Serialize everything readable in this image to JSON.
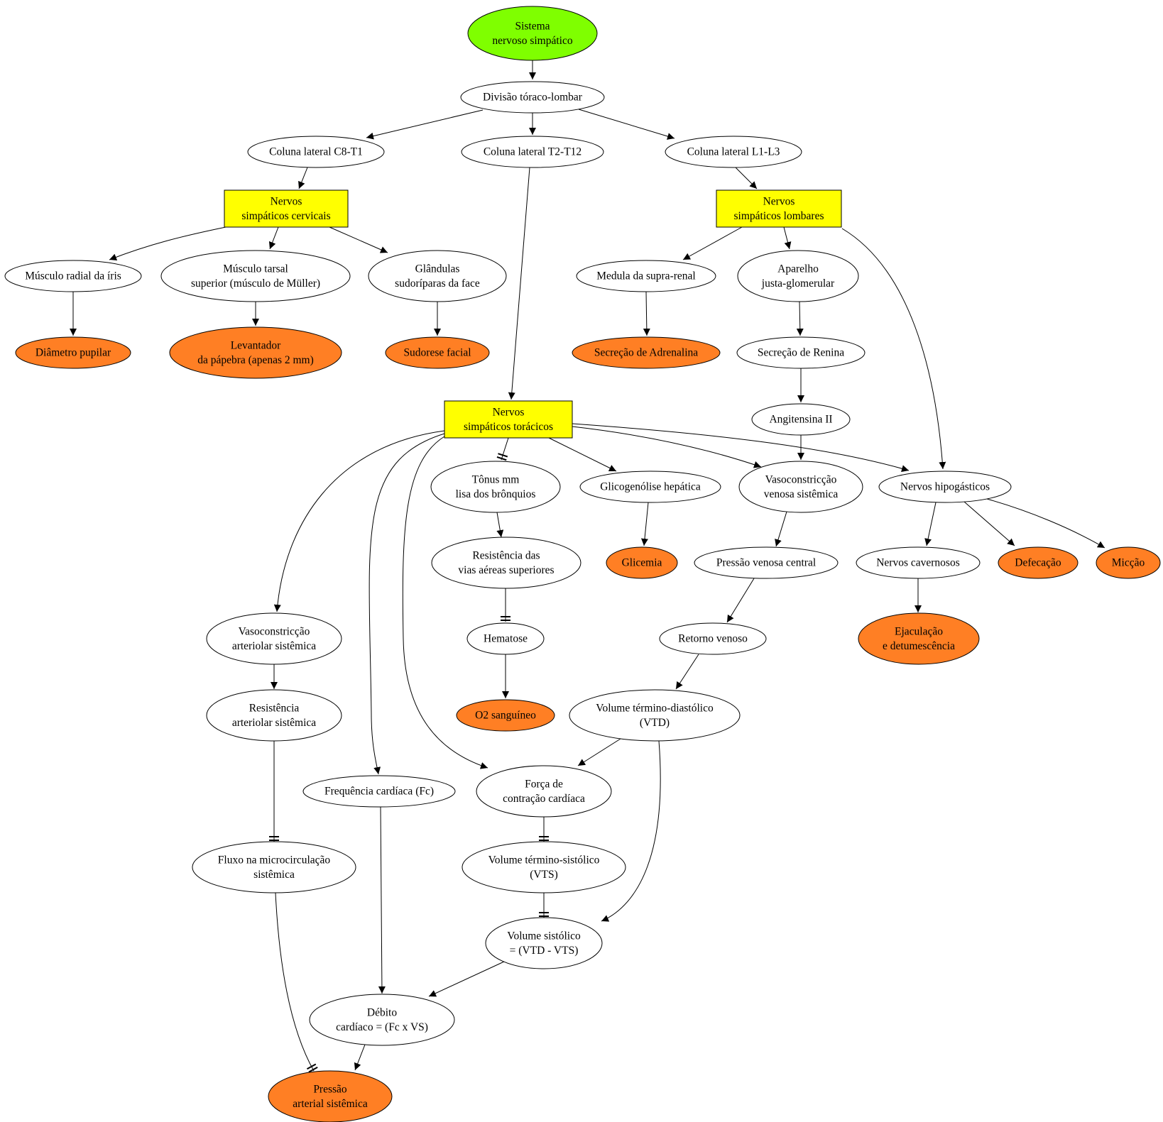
{
  "colors": {
    "root": "#7fff00",
    "nerve_box": "#ffff00",
    "outcome": "#ff7f24",
    "default": "#ffffff",
    "stroke": "#000000"
  },
  "nodes": [
    {
      "id": "sns",
      "lines": [
        "Sistema",
        "nervoso simpático"
      ],
      "kind": "root"
    },
    {
      "id": "toraco",
      "lines": [
        "Divisão tóraco-lombar"
      ],
      "kind": "default"
    },
    {
      "id": "c8t1",
      "lines": [
        "Coluna lateral C8-T1"
      ],
      "kind": "default"
    },
    {
      "id": "t2t12",
      "lines": [
        "Coluna lateral T2-T12"
      ],
      "kind": "default"
    },
    {
      "id": "l1l3",
      "lines": [
        "Coluna lateral L1-L3"
      ],
      "kind": "default"
    },
    {
      "id": "cervicais",
      "lines": [
        "Nervos",
        "simpáticos cervicais"
      ],
      "kind": "nerve_box"
    },
    {
      "id": "lombares",
      "lines": [
        "Nervos",
        "simpáticos lombares"
      ],
      "kind": "nerve_box"
    },
    {
      "id": "iris",
      "lines": [
        "Músculo radial da íris"
      ],
      "kind": "default"
    },
    {
      "id": "tarsal",
      "lines": [
        "Músculo tarsal",
        "superior (músculo de Müller)"
      ],
      "kind": "default"
    },
    {
      "id": "glandulas",
      "lines": [
        "Glândulas",
        "sudoríparas da face"
      ],
      "kind": "default"
    },
    {
      "id": "medula",
      "lines": [
        "Medula da supra-renal"
      ],
      "kind": "default"
    },
    {
      "id": "aparelho",
      "lines": [
        "Aparelho",
        "justa-glomerular"
      ],
      "kind": "default"
    },
    {
      "id": "pupilar",
      "lines": [
        "Diâmetro pupilar"
      ],
      "kind": "outcome"
    },
    {
      "id": "levantador",
      "lines": [
        "Levantador",
        "da pápebra (apenas 2 mm)"
      ],
      "kind": "outcome"
    },
    {
      "id": "sudorese",
      "lines": [
        "Sudorese facial"
      ],
      "kind": "outcome"
    },
    {
      "id": "adrenalina",
      "lines": [
        "Secreção de Adrenalina"
      ],
      "kind": "outcome"
    },
    {
      "id": "renina",
      "lines": [
        "Secreção de Renina"
      ],
      "kind": "default"
    },
    {
      "id": "toracicos",
      "lines": [
        "Nervos",
        "simpáticos torácicos"
      ],
      "kind": "nerve_box"
    },
    {
      "id": "angiotensina",
      "lines": [
        "Angitensina II"
      ],
      "kind": "default"
    },
    {
      "id": "tonus",
      "lines": [
        "Tônus mm",
        "lisa dos brônquios"
      ],
      "kind": "default"
    },
    {
      "id": "glicogenolise",
      "lines": [
        "Glicogenólise hepática"
      ],
      "kind": "default"
    },
    {
      "id": "vasovenosa",
      "lines": [
        "Vasoconstricção",
        "venosa sistêmica"
      ],
      "kind": "default"
    },
    {
      "id": "hipogastricos",
      "lines": [
        "Nervos hipogásticos"
      ],
      "kind": "default"
    },
    {
      "id": "resvias",
      "lines": [
        "Resistência das",
        "vias aéreas superiores"
      ],
      "kind": "default"
    },
    {
      "id": "glicemia",
      "lines": [
        "Glicemia"
      ],
      "kind": "outcome"
    },
    {
      "id": "pvc",
      "lines": [
        "Pressão venosa central"
      ],
      "kind": "default"
    },
    {
      "id": "cavernosos",
      "lines": [
        "Nervos cavernosos"
      ],
      "kind": "default"
    },
    {
      "id": "defecacao",
      "lines": [
        "Defecação"
      ],
      "kind": "outcome"
    },
    {
      "id": "miccao",
      "lines": [
        "Micção"
      ],
      "kind": "outcome"
    },
    {
      "id": "vasoart",
      "lines": [
        "Vasoconstricção",
        "arteriolar sistêmica"
      ],
      "kind": "default"
    },
    {
      "id": "hematose",
      "lines": [
        "Hematose"
      ],
      "kind": "default"
    },
    {
      "id": "retorno",
      "lines": [
        "Retorno venoso"
      ],
      "kind": "default"
    },
    {
      "id": "ejaculacao",
      "lines": [
        "Ejaculação",
        "e detumescência"
      ],
      "kind": "outcome"
    },
    {
      "id": "resart",
      "lines": [
        "Resistência",
        "arteriolar sistêmica"
      ],
      "kind": "default"
    },
    {
      "id": "o2",
      "lines": [
        "O2 sanguíneo"
      ],
      "kind": "outcome"
    },
    {
      "id": "vtd",
      "lines": [
        "Volume término-diastólico",
        "(VTD)"
      ],
      "kind": "default"
    },
    {
      "id": "fc",
      "lines": [
        "Frequência cardíaca (Fc)"
      ],
      "kind": "default"
    },
    {
      "id": "forca",
      "lines": [
        "Força de",
        "contração cardíaca"
      ],
      "kind": "default"
    },
    {
      "id": "fluxo",
      "lines": [
        "Fluxo na microcirculação",
        "sistêmica"
      ],
      "kind": "default"
    },
    {
      "id": "vts",
      "lines": [
        "Volume término-sistólico",
        "(VTS)"
      ],
      "kind": "default"
    },
    {
      "id": "vs",
      "lines": [
        "Volume sistólico",
        "= (VTD - VTS)"
      ],
      "kind": "default"
    },
    {
      "id": "debito",
      "lines": [
        "Débito",
        "cardíaco = (Fc x VS)"
      ],
      "kind": "default"
    },
    {
      "id": "pressao",
      "lines": [
        "Pressão",
        "arterial sistêmica"
      ],
      "kind": "outcome"
    }
  ],
  "edges": [
    {
      "from": "sns",
      "to": "toraco",
      "type": "arrow"
    },
    {
      "from": "toraco",
      "to": "c8t1",
      "type": "arrow"
    },
    {
      "from": "toraco",
      "to": "t2t12",
      "type": "arrow"
    },
    {
      "from": "toraco",
      "to": "l1l3",
      "type": "arrow"
    },
    {
      "from": "c8t1",
      "to": "cervicais",
      "type": "arrow"
    },
    {
      "from": "l1l3",
      "to": "lombares",
      "type": "arrow"
    },
    {
      "from": "t2t12",
      "to": "toracicos",
      "type": "arrow"
    },
    {
      "from": "cervicais",
      "to": "iris",
      "type": "arrow"
    },
    {
      "from": "cervicais",
      "to": "tarsal",
      "type": "arrow"
    },
    {
      "from": "cervicais",
      "to": "glandulas",
      "type": "arrow"
    },
    {
      "from": "iris",
      "to": "pupilar",
      "type": "arrow"
    },
    {
      "from": "tarsal",
      "to": "levantador",
      "type": "arrow"
    },
    {
      "from": "glandulas",
      "to": "sudorese",
      "type": "arrow"
    },
    {
      "from": "lombares",
      "to": "medula",
      "type": "arrow"
    },
    {
      "from": "lombares",
      "to": "aparelho",
      "type": "arrow"
    },
    {
      "from": "lombares",
      "to": "hipogastricos",
      "type": "arrow"
    },
    {
      "from": "medula",
      "to": "adrenalina",
      "type": "arrow"
    },
    {
      "from": "aparelho",
      "to": "renina",
      "type": "arrow"
    },
    {
      "from": "renina",
      "to": "angiotensina",
      "type": "arrow"
    },
    {
      "from": "angiotensina",
      "to": "vasovenosa",
      "type": "arrow"
    },
    {
      "from": "toracicos",
      "to": "tonus",
      "type": "tee"
    },
    {
      "from": "toracicos",
      "to": "glicogenolise",
      "type": "arrow"
    },
    {
      "from": "toracicos",
      "to": "vasovenosa",
      "type": "arrow"
    },
    {
      "from": "toracicos",
      "to": "hipogastricos",
      "type": "arrow"
    },
    {
      "from": "toracicos",
      "to": "vasoart",
      "type": "arrow"
    },
    {
      "from": "toracicos",
      "to": "fc",
      "type": "arrow"
    },
    {
      "from": "toracicos",
      "to": "forca",
      "type": "arrow"
    },
    {
      "from": "tonus",
      "to": "resvias",
      "type": "arrow"
    },
    {
      "from": "resvias",
      "to": "hematose",
      "type": "tee"
    },
    {
      "from": "hematose",
      "to": "o2",
      "type": "arrow"
    },
    {
      "from": "glicogenolise",
      "to": "glicemia",
      "type": "arrow"
    },
    {
      "from": "vasovenosa",
      "to": "pvc",
      "type": "arrow"
    },
    {
      "from": "pvc",
      "to": "retorno",
      "type": "arrow"
    },
    {
      "from": "retorno",
      "to": "vtd",
      "type": "arrow"
    },
    {
      "from": "vtd",
      "to": "forca",
      "type": "arrow"
    },
    {
      "from": "vtd",
      "to": "vs",
      "type": "arrow"
    },
    {
      "from": "hipogastricos",
      "to": "cavernosos",
      "type": "arrow"
    },
    {
      "from": "hipogastricos",
      "to": "defecacao",
      "type": "arrow"
    },
    {
      "from": "hipogastricos",
      "to": "miccao",
      "type": "arrow"
    },
    {
      "from": "cavernosos",
      "to": "ejaculacao",
      "type": "arrow"
    },
    {
      "from": "vasoart",
      "to": "resart",
      "type": "arrow"
    },
    {
      "from": "resart",
      "to": "fluxo",
      "type": "tee"
    },
    {
      "from": "fluxo",
      "to": "pressao",
      "type": "tee"
    },
    {
      "from": "forca",
      "to": "vts",
      "type": "tee"
    },
    {
      "from": "vts",
      "to": "vs",
      "type": "tee"
    },
    {
      "from": "vs",
      "to": "debito",
      "type": "arrow"
    },
    {
      "from": "fc",
      "to": "debito",
      "type": "arrow"
    },
    {
      "from": "debito",
      "to": "pressao",
      "type": "arrow"
    }
  ]
}
